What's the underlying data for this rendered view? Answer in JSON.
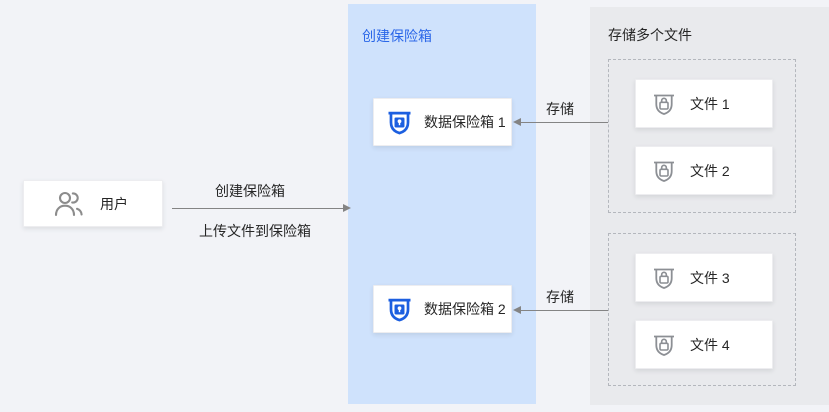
{
  "colors": {
    "page_bg": "#f2f3f7",
    "vault_panel_bg": "#cfe2fc",
    "files_panel_bg": "#e9eaed",
    "accent_blue": "#2b67e8",
    "vault_icon_blue": "#1c5fe0",
    "file_icon_gray": "#8c8f94",
    "arrow_gray": "#848484",
    "text_dark": "#262626"
  },
  "user": {
    "label": "用户"
  },
  "flow": {
    "create_label": "创建保险箱",
    "upload_label": "上传文件到保险箱"
  },
  "vault_panel": {
    "title": "创建保险箱",
    "vaults": [
      {
        "label": "数据保险箱 1"
      },
      {
        "label": "数据保险箱 2"
      }
    ]
  },
  "files_panel": {
    "title": "存储多个文件",
    "groups": [
      {
        "arrow_label": "存储",
        "files": [
          {
            "label": "文件 1"
          },
          {
            "label": "文件 2"
          }
        ]
      },
      {
        "arrow_label": "存储",
        "files": [
          {
            "label": "文件 3"
          },
          {
            "label": "文件 4"
          }
        ]
      }
    ]
  }
}
